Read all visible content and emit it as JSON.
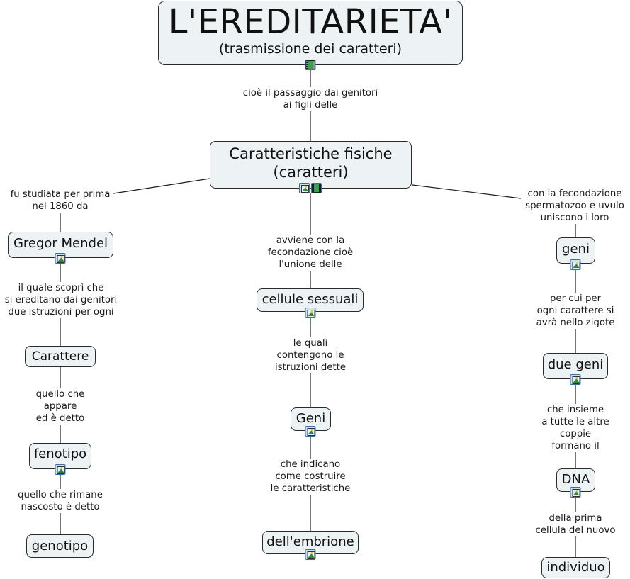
{
  "title": {
    "main": "L'EREDITARIETA'",
    "subtitle": "(trasmissione dei caratteri)",
    "icons": [
      "film-icon"
    ]
  },
  "nodes": {
    "central": {
      "line1": "Caratteristiche fisiche",
      "line2": "(caratteri)",
      "icons": [
        "image-icon",
        "film-icon"
      ]
    },
    "mendel": {
      "label": "Gregor Mendel",
      "icons": [
        "image-icon"
      ]
    },
    "carattere": {
      "label": "Carattere",
      "icons": []
    },
    "fenotipo": {
      "label": "fenotipo",
      "icons": [
        "image-icon"
      ]
    },
    "genotipo": {
      "label": "genotipo",
      "icons": []
    },
    "cellule": {
      "label": "cellule sessuali",
      "icons": [
        "image-icon"
      ]
    },
    "geni_center": {
      "label": "Geni",
      "icons": [
        "image-icon"
      ]
    },
    "embrione": {
      "label": "dell'embrione",
      "icons": [
        "image-icon"
      ]
    },
    "geni_right": {
      "label": "geni",
      "icons": [
        "image-icon"
      ]
    },
    "due_geni": {
      "label": "due geni",
      "icons": [
        "image-icon"
      ]
    },
    "dna": {
      "label": "DNA",
      "icons": [
        "image-icon"
      ]
    },
    "individuo": {
      "label": "individuo",
      "icons": []
    }
  },
  "links": {
    "title_central": "cioè il passaggio dai genitori\nai figli delle",
    "central_mendel": "fu studiata per prima\nnel 1860 da",
    "mendel_carattere": "il quale scoprì che\nsi ereditano dai genitori\ndue istruzioni per ogni",
    "carattere_fenotipo": "quello che\nappare\ned è detto",
    "fenotipo_genotipo": "quello che rimane\nnascosto è detto",
    "central_cellule": "avviene con la\nfecondazione cioè\nl'unione delle",
    "cellule_geni": "le quali\ncontengono le\nistruzioni dette",
    "geni_embrione": "che indicano\ncome costruire\nle caratteristiche",
    "central_geni_right": "con la fecondazione\nspermatozoo e uvulo\nuniscono i loro",
    "geni_duegeni": "per cui per\nogni carattere si\navrà nello zigote",
    "duegeni_dna": "che insieme\na tutte le altre\ncoppie\nformano il",
    "dna_individuo": "della prima\ncellula del nuovo"
  },
  "colors": {
    "node_fill": "#edf3f5",
    "node_border": "#2b2b2b",
    "line": "#1a1a1a"
  }
}
